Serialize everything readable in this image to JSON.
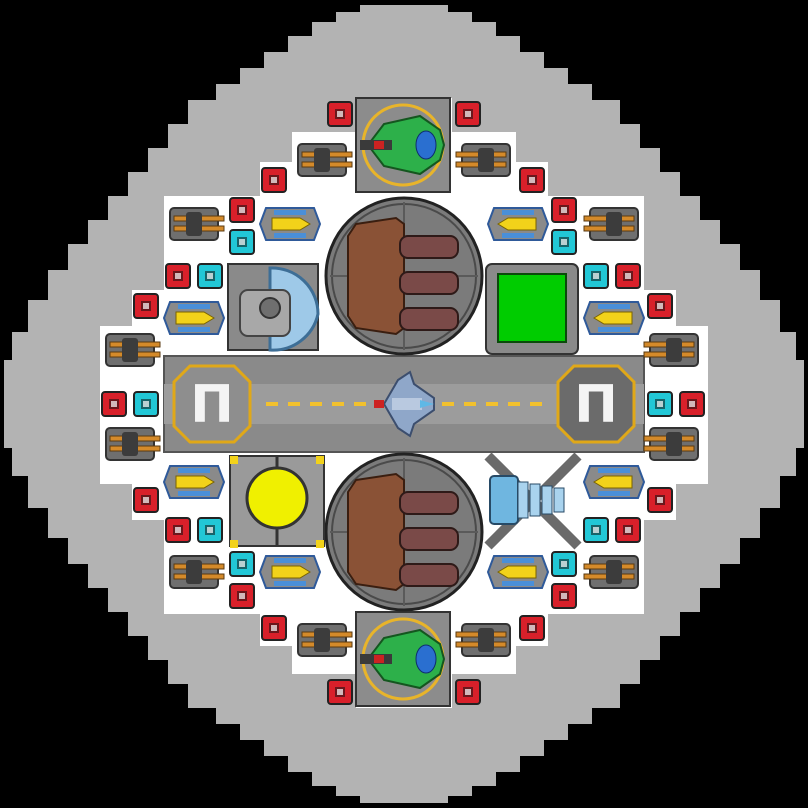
{
  "game": {
    "view": "space-station-designer",
    "grid_size": 8
  },
  "palette": {
    "background": "#000000",
    "hull": "#b3b3b3",
    "floor": "#ffffff",
    "runway": "#8a8a8a",
    "runway_stripe": "#f2c12e",
    "plate": "#7a7a7a",
    "red_block": "#d8202a",
    "cyan_block": "#22c7d6",
    "power_core": "#f0f000",
    "green_screen": "#00cc00",
    "turret_orange": "#d48a2a",
    "turret_blue": "#4a8fd8",
    "missile_yellow": "#f2d21a",
    "cannon_green": "#2db04a",
    "tank_brown": "#8a5236",
    "engine_blue": "#6fb6e0"
  },
  "landing_pads": [
    {
      "name": "left-pad",
      "label": "Π",
      "style": "light"
    },
    {
      "name": "right-pad",
      "label": "Π",
      "style": "dark"
    }
  ],
  "modules": {
    "cannon_bays": 2,
    "fuel_tanks": 2,
    "shield_generator": 1,
    "power_core": 1,
    "control_panel": 1,
    "engine": 1,
    "docked_ship": 1
  }
}
